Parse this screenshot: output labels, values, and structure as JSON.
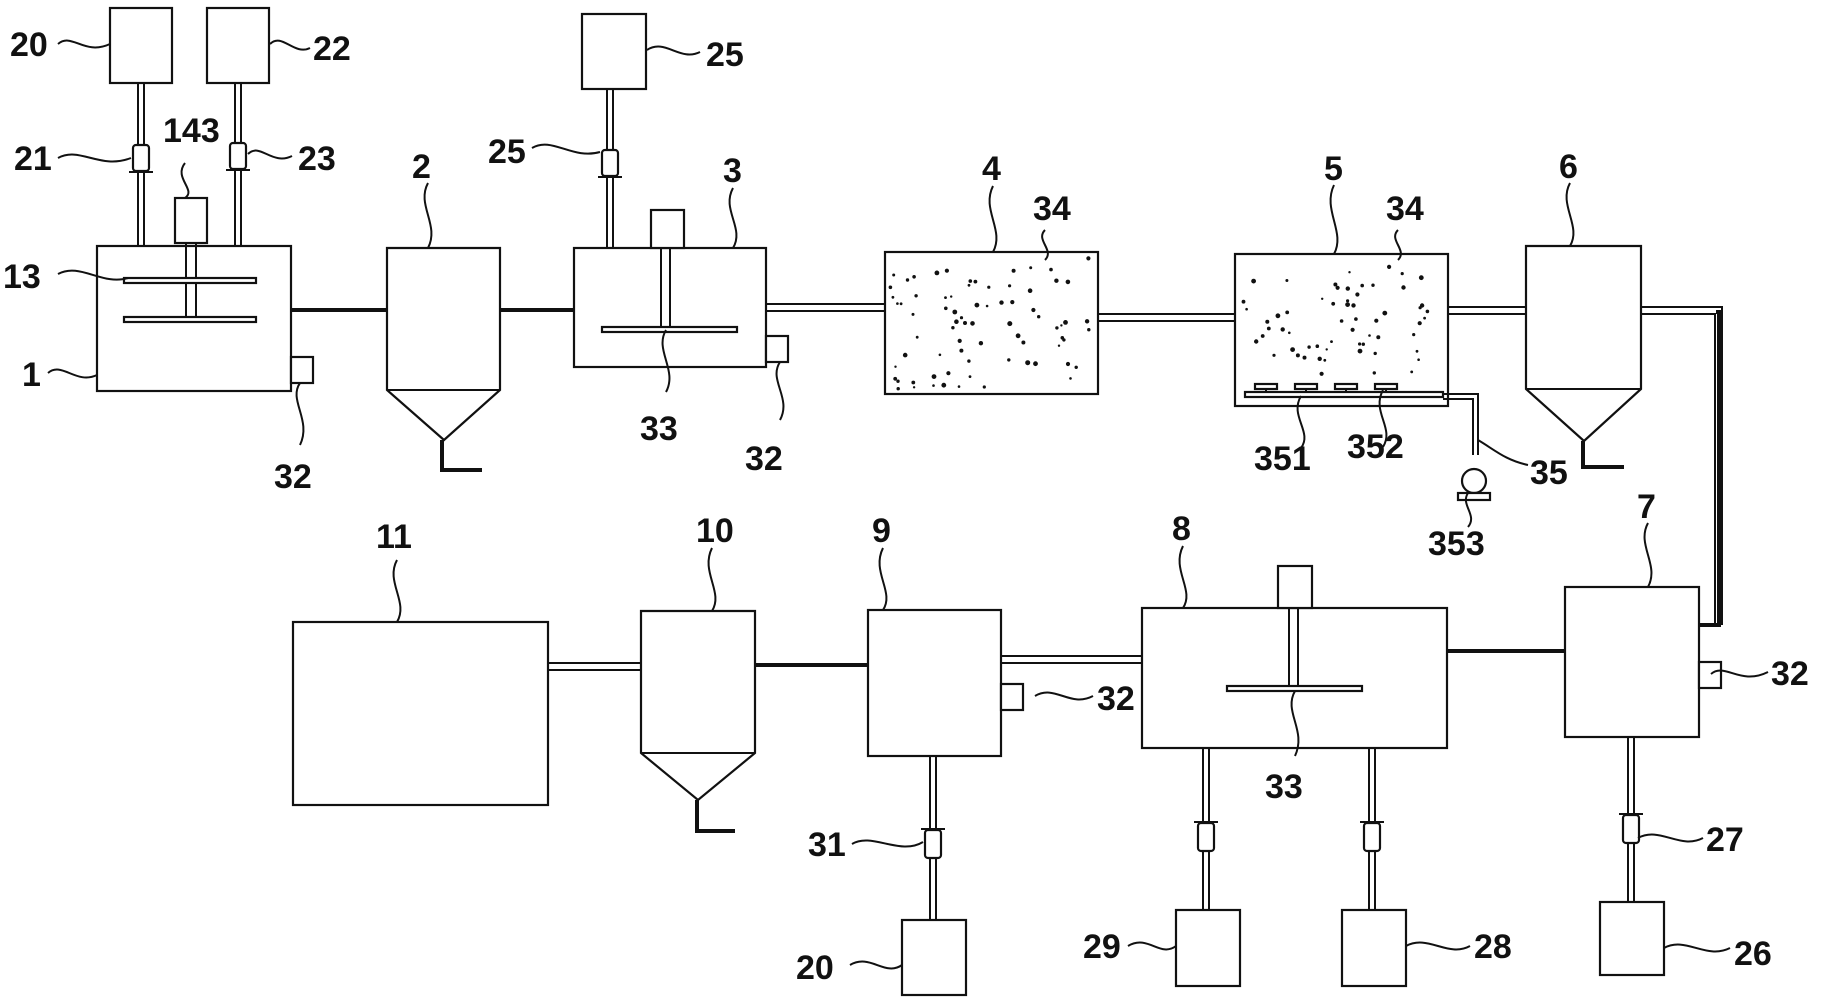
{
  "diagram": {
    "labels": {
      "n1": "1",
      "n2": "2",
      "n3": "3",
      "n4": "4",
      "n5": "5",
      "n6": "6",
      "n7": "7",
      "n8": "8",
      "n9": "9",
      "n10": "10",
      "n11": "11",
      "n13": "13",
      "n143": "143",
      "n20_top": "20",
      "n20_bottom": "20",
      "n21": "21",
      "n22": "22",
      "n23": "23",
      "n25_tank": "25",
      "n25_valve": "25",
      "n26": "26",
      "n27": "27",
      "n28": "28",
      "n29": "29",
      "n31": "31",
      "n32_tank1": "32",
      "n32_tank3": "32",
      "n32_tank9": "32",
      "n32_tank7": "32",
      "n33_tank3": "33",
      "n33_tank8": "33",
      "n34_tank4": "34",
      "n34_tank5": "34",
      "n35": "35",
      "n351": "351",
      "n352": "352",
      "n353": "353"
    }
  }
}
